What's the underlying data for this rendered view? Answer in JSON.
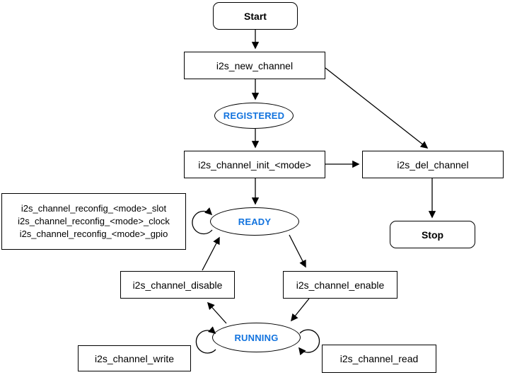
{
  "colors": {
    "state_text": "#1273DE",
    "line": "#000000",
    "node_fill": "#FFFFFF",
    "node_border": "#000000"
  },
  "nodes": {
    "start": {
      "label": "Start"
    },
    "new_channel": {
      "label": "i2s_new_channel"
    },
    "registered": {
      "label": "REGISTERED"
    },
    "init": {
      "label": "i2s_channel_init_<mode>"
    },
    "del": {
      "label": "i2s_del_channel"
    },
    "stop": {
      "label": "Stop"
    },
    "ready": {
      "label": "READY"
    },
    "reconfig_slot": {
      "label": "i2s_channel_reconfig_<mode>_slot"
    },
    "reconfig_clock": {
      "label": "i2s_channel_reconfig_<mode>_clock"
    },
    "reconfig_gpio": {
      "label": "i2s_channel_reconfig_<mode>_gpio"
    },
    "disable": {
      "label": "i2s_channel_disable"
    },
    "enable": {
      "label": "i2s_channel_enable"
    },
    "running": {
      "label": "RUNNING"
    },
    "write": {
      "label": "i2s_channel_write"
    },
    "read": {
      "label": "i2s_channel_read"
    }
  },
  "edges": [
    {
      "from": "Start",
      "to": "i2s_new_channel"
    },
    {
      "from": "i2s_new_channel",
      "to": "REGISTERED"
    },
    {
      "from": "i2s_new_channel",
      "to": "i2s_del_channel"
    },
    {
      "from": "REGISTERED",
      "to": "i2s_channel_init_<mode>"
    },
    {
      "from": "i2s_channel_init_<mode>",
      "to": "READY"
    },
    {
      "from": "i2s_channel_init_<mode>",
      "to": "i2s_del_channel"
    },
    {
      "from": "i2s_del_channel",
      "to": "Stop"
    },
    {
      "from": "READY",
      "to": "READY",
      "note": "self-loop: i2s_channel_reconfig_<mode>_slot/clock/gpio"
    },
    {
      "from": "READY",
      "to": "i2s_channel_enable"
    },
    {
      "from": "i2s_channel_enable",
      "to": "RUNNING"
    },
    {
      "from": "RUNNING",
      "to": "i2s_channel_disable"
    },
    {
      "from": "i2s_channel_disable",
      "to": "READY"
    },
    {
      "from": "RUNNING",
      "to": "RUNNING",
      "note": "self-loops: i2s_channel_write / i2s_channel_read"
    }
  ]
}
